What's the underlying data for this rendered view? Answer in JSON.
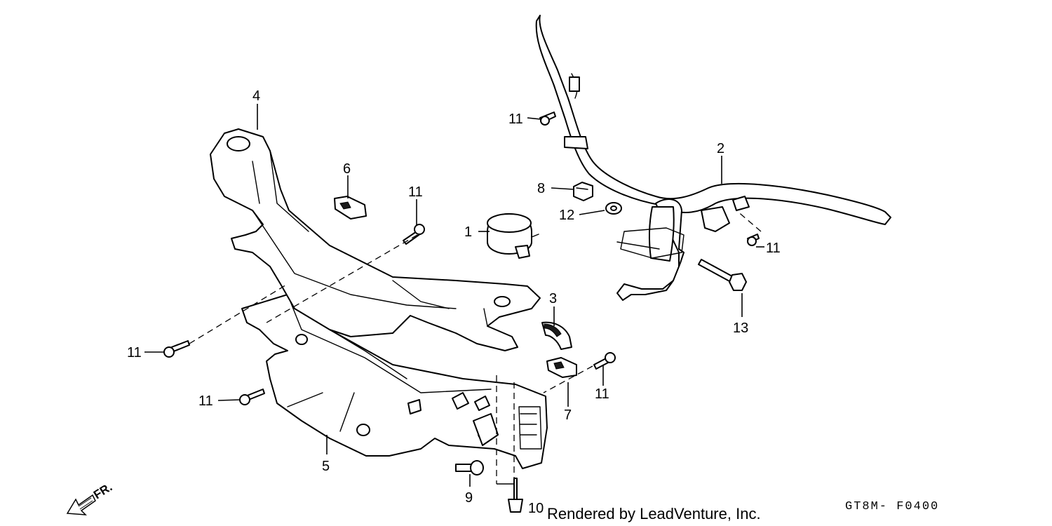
{
  "callouts": {
    "c1": "1",
    "c2": "2",
    "c3": "3",
    "c4": "4",
    "c5": "5",
    "c6": "6",
    "c7": "7",
    "c8": "8",
    "c9": "9",
    "c10": "10",
    "c12": "12",
    "c13": "13",
    "c11a": "11",
    "c11b": "11",
    "c11c": "11",
    "c11d": "11",
    "c11e": "11",
    "c11f": "11"
  },
  "footer": {
    "rendered_by": "Rendered by LeadVenture, Inc.",
    "diagram_code": "GT8M- F0400",
    "direction_label": "FR."
  },
  "icons": {
    "direction_arrow": "front-direction-arrow-icon"
  }
}
